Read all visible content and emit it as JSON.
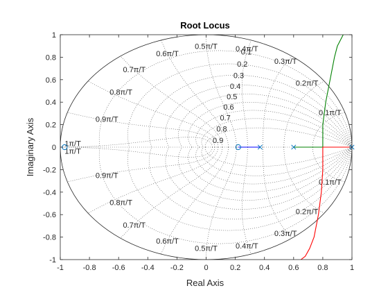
{
  "chart_data": {
    "type": "line",
    "title": "Root Locus",
    "xlabel": "Real Axis",
    "ylabel": "Imaginary Axis",
    "xlim": [
      -1,
      1
    ],
    "ylim": [
      -1,
      1
    ],
    "xticks": [
      -1,
      -0.8,
      -0.6,
      -0.4,
      -0.2,
      0,
      0.2,
      0.4,
      0.6,
      0.8,
      1
    ],
    "yticks": [
      -1,
      -0.8,
      -0.6,
      -0.4,
      -0.2,
      0,
      0.2,
      0.4,
      0.6,
      0.8,
      1
    ],
    "xtick_labels": [
      "-1",
      "-0.8",
      "-0.6",
      "-0.4",
      "-0.2",
      "0",
      "0.2",
      "0.4",
      "0.6",
      "0.8",
      "1"
    ],
    "ytick_labels": [
      "-1",
      "-0.8",
      "-0.6",
      "-0.4",
      "-0.2",
      "0",
      "0.2",
      "0.4",
      "0.6",
      "0.8",
      "1"
    ],
    "grid": "zgrid",
    "unit_circle": true,
    "zeta_values": [
      0.1,
      0.2,
      0.3,
      0.4,
      0.5,
      0.6,
      0.7,
      0.8,
      0.9
    ],
    "zeta_labels": [
      "0.1",
      "0.2",
      "0.3",
      "0.4",
      "0.5",
      "0.6",
      "0.7",
      "0.8",
      "0.9"
    ],
    "wn_values": [
      0.1,
      0.2,
      0.3,
      0.4,
      0.5,
      0.6,
      0.7,
      0.8,
      0.9,
      1.0
    ],
    "wn_labels_upper": [
      "0.1π/T",
      "0.2π/T",
      "0.3π/T",
      "0.4π/T",
      "0.5π/T",
      "0.6π/T",
      "0.7π/T",
      "0.8π/T",
      "0.9π/T",
      "1π/T"
    ],
    "wn_labels_lower": [
      "0.1π/T",
      "0.2π/T",
      "0.3π/T",
      "0.4π/T",
      "0.5π/T",
      "0.6π/T",
      "0.7π/T",
      "0.8π/T",
      "0.9π/T",
      "1π/T"
    ],
    "poles": [
      [
        0.37,
        0
      ],
      [
        0.6,
        0
      ],
      [
        1.0,
        0
      ]
    ],
    "zeros": [
      [
        -0.97,
        0
      ],
      [
        0.22,
        0
      ]
    ],
    "series": [
      {
        "color": "#0000ff",
        "x": [
          0.37,
          0.22
        ],
        "y": [
          0,
          0
        ]
      },
      {
        "color": "#008000",
        "x": [
          0.6,
          0.8,
          0.8,
          0.82,
          0.85,
          0.88,
          0.9,
          0.94
        ],
        "y": [
          0,
          0,
          0.2,
          0.4,
          0.6,
          0.8,
          0.9,
          1.0
        ]
      },
      {
        "color": "#ff0000",
        "x": [
          1.0,
          0.8,
          0.8,
          0.79,
          0.77,
          0.74,
          0.71,
          0.68,
          0.65
        ],
        "y": [
          0,
          0,
          -0.2,
          -0.4,
          -0.6,
          -0.8,
          -0.9,
          -0.97,
          -1.0
        ]
      }
    ],
    "colors": {
      "axes": "#262626",
      "grid": "#4d4d4d",
      "pole_zero": "#0072bd"
    }
  }
}
